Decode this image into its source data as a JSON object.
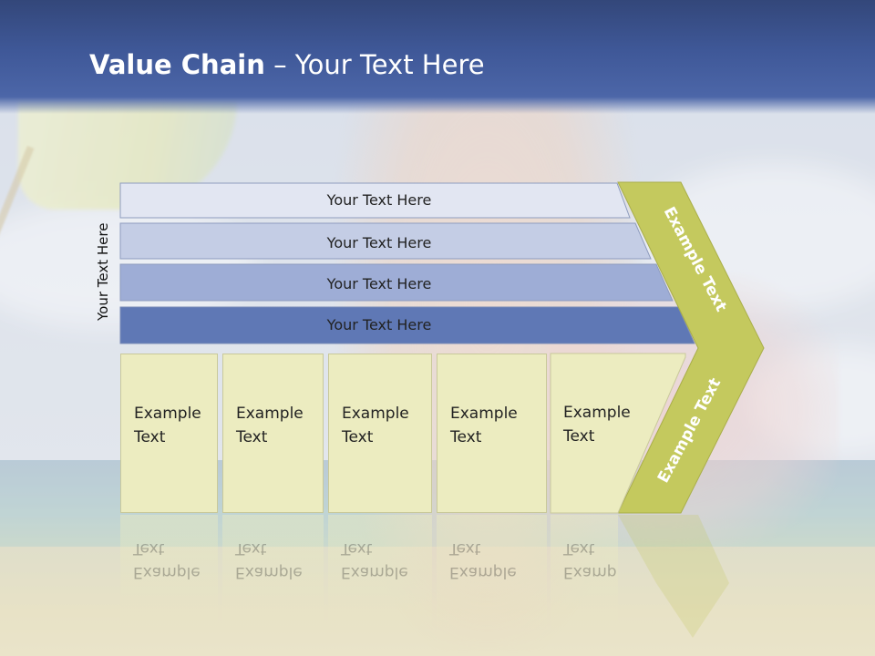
{
  "title": {
    "bold": "Value Chain",
    "rest": " – Your Text Here"
  },
  "side_label": "Your Text Here",
  "bars": [
    {
      "label": "Your Text Here",
      "color": "#e2e6f2"
    },
    {
      "label": "Your Text Here",
      "color": "#c4cde5"
    },
    {
      "label": "Your Text Here",
      "color": "#9eadd6"
    },
    {
      "label": "Your Text Here",
      "color": "#5f78b5"
    }
  ],
  "boxes": [
    {
      "label": "Example Text"
    },
    {
      "label": "Example Text"
    },
    {
      "label": "Example Text"
    },
    {
      "label": "Example Text"
    },
    {
      "label": "Example Text"
    }
  ],
  "chevron": {
    "top_label": "Example Text",
    "bottom_label": "Example Text",
    "color": "#c4c95e"
  }
}
